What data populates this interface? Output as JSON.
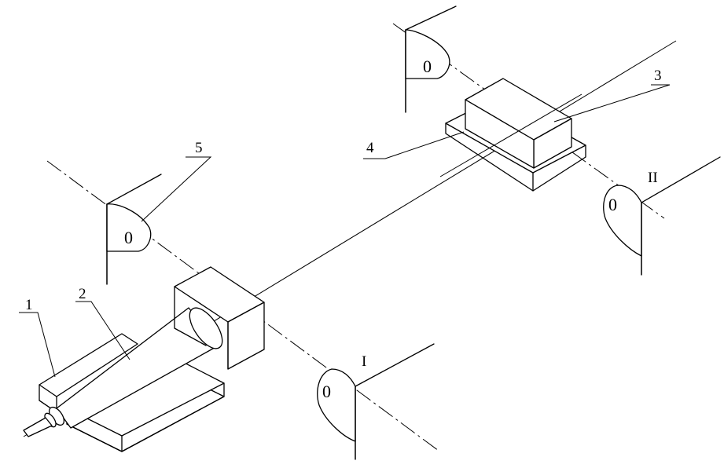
{
  "diagram": {
    "part_labels": {
      "p1": "1",
      "p2": "2",
      "p3": "3",
      "p4": "4",
      "p5": "5"
    },
    "station_labels": {
      "s1": "I",
      "s2": "II"
    },
    "mirror_marks": {
      "m1": "0",
      "m2": "0",
      "m3": "0",
      "m4": "0"
    }
  }
}
